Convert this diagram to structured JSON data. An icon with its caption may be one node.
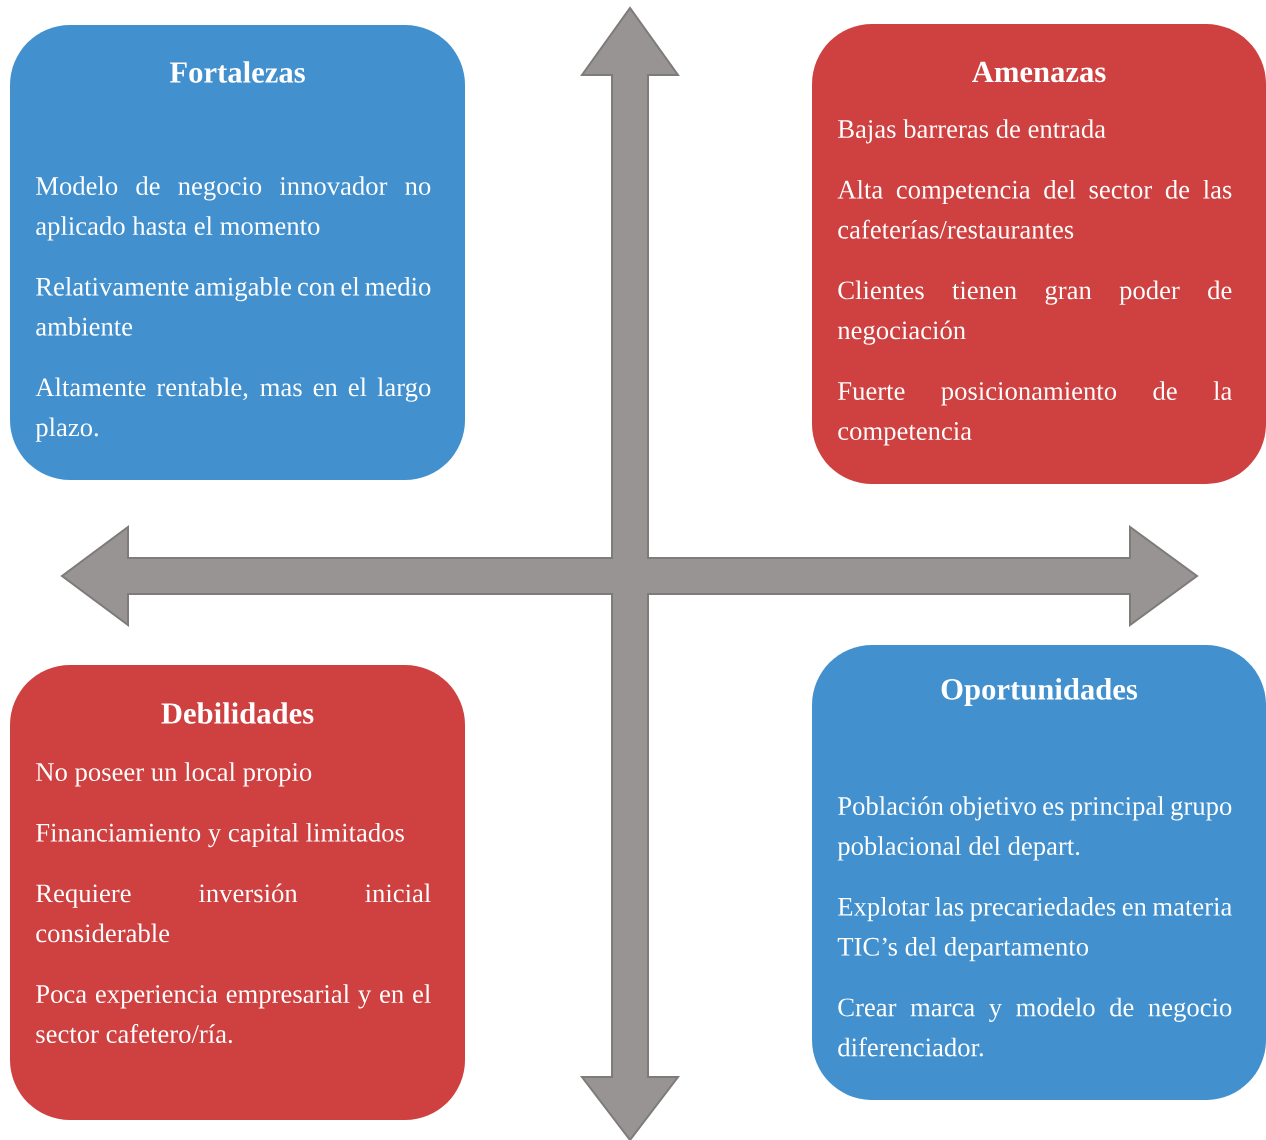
{
  "diagram": {
    "nodes": [
      {
        "text": [
          "Fortalezas",
          "Modelo de negocio innovador no aplicado hasta el momento",
          "Relativamente amigable con el medio ambiente",
          "Altamente rentable, mas en el largo plazo."
        ]
      },
      {
        "text": [
          "Amenazas",
          "Bajas barreras de entrada",
          "Alta competencia del sector de las cafeterías/restaurantes",
          "Clientes tienen gran poder de negociación",
          "Fuerte posicionamiento de la competencia"
        ]
      },
      {
        "text": [
          "Debilidades",
          "No poseer un local propio",
          "Financiamiento y capital limitados",
          "Requiere inversión inicial considerable",
          "Poca experiencia empresarial y en el sector cafetero/ría."
        ]
      },
      {
        "text": [
          "Oportunidades",
          "Población objetivo es principal grupo poblacional del depart.",
          "Explotar las precariedades en materia TIC’s del departamento",
          "Crear marca y modelo de negocio diferenciador."
        ]
      }
    ]
  }
}
